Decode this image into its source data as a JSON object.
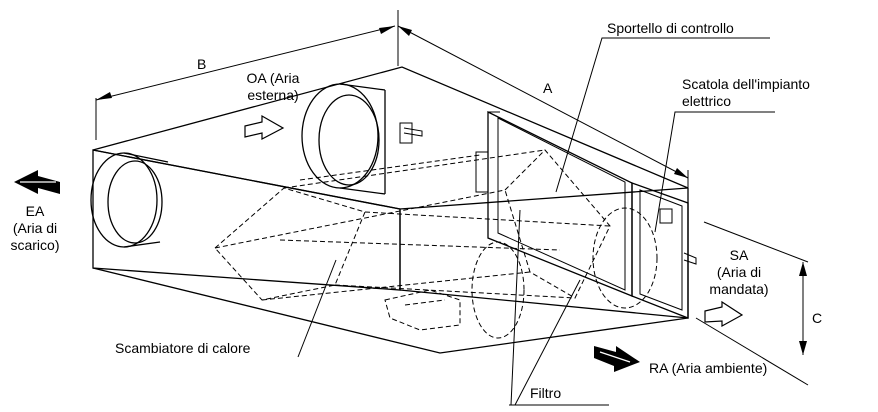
{
  "labels": {
    "dim_b": "B",
    "dim_a": "A",
    "dim_c": "C",
    "oa_line1": "OA (Aria",
    "oa_line2": "esterna)",
    "ea_line1": "EA",
    "ea_line2": "(Aria di",
    "ea_line3": "scarico)",
    "sa_line1": "SA",
    "sa_line2": "(Aria di",
    "sa_line3": "mandata)",
    "ra": "RA (Aria ambiente)",
    "sportello": "Sportello di controllo",
    "scatola_line1": "Scatola dell'impianto",
    "scatola_line2": "elettrico",
    "scambiatore": "Scambiatore di calore",
    "filtro": "Filtro"
  },
  "arrow_colors": {
    "solid": "#000000",
    "outline": "#ffffff"
  }
}
